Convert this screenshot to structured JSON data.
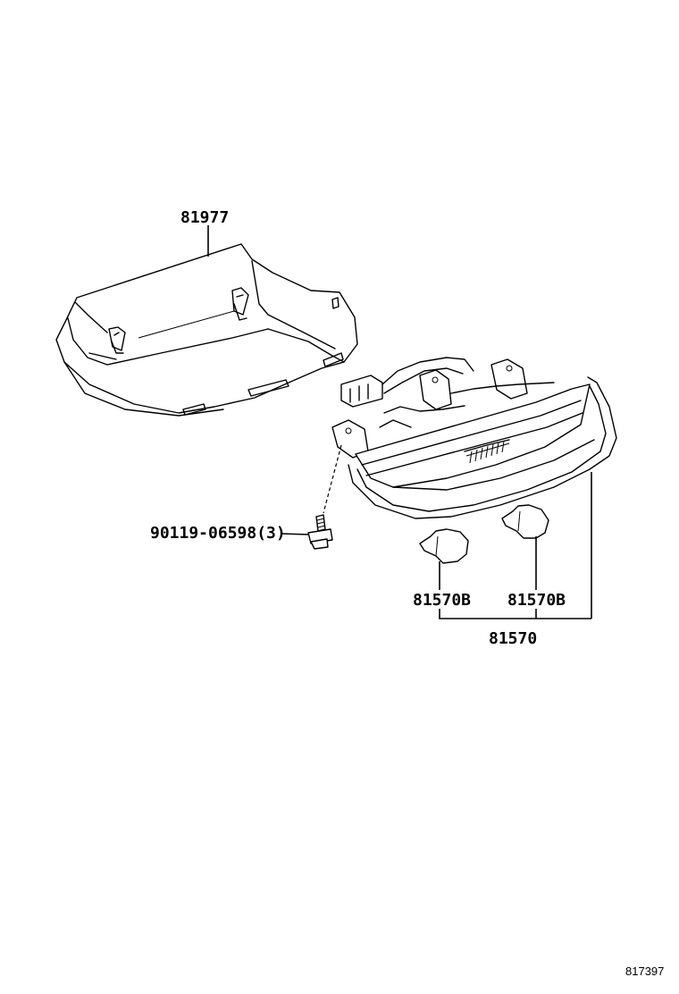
{
  "parts": {
    "cover": "81977",
    "bolt": "90119-06598(3)",
    "bulb_left": "81570B",
    "bulb_right": "81570B",
    "lamp_assembly": "81570"
  },
  "diagram_ref": "817397"
}
